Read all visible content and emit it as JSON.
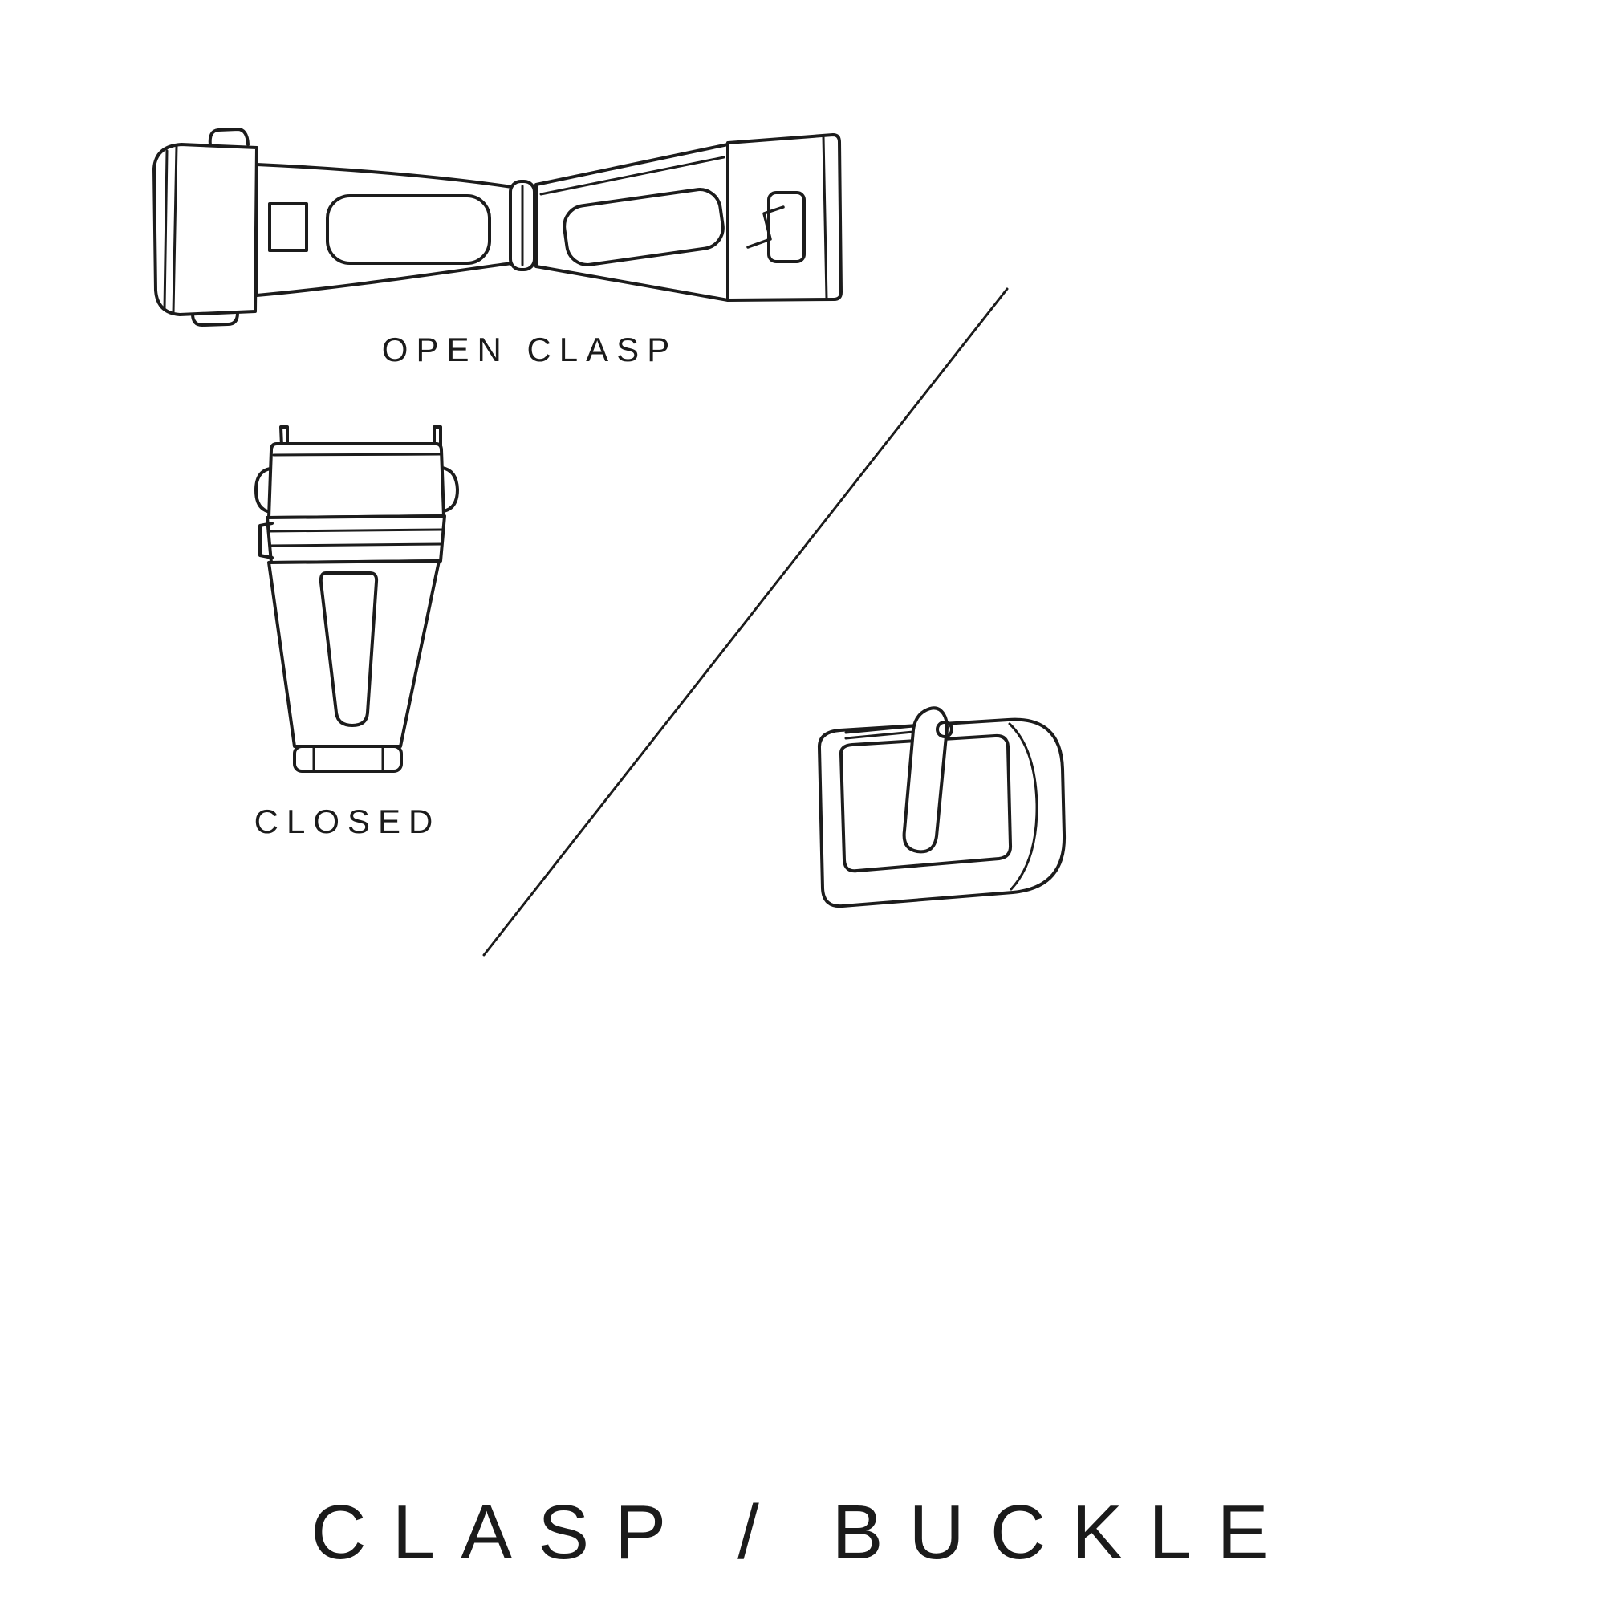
{
  "page": {
    "background": "#ffffff",
    "line_color": "#1c1c1c",
    "text_color": "#1b1b1b"
  },
  "diagram": {
    "title": "CLASP / BUCKLE",
    "items": [
      {
        "id": "open-clasp",
        "label": "OPEN CLASP",
        "icon": "open-clasp-illustration"
      },
      {
        "id": "closed-clasp",
        "label": "CLOSED",
        "icon": "closed-clasp-illustration"
      },
      {
        "id": "buckle",
        "label": "",
        "icon": "buckle-illustration"
      }
    ],
    "separator": "diagonal-line"
  }
}
